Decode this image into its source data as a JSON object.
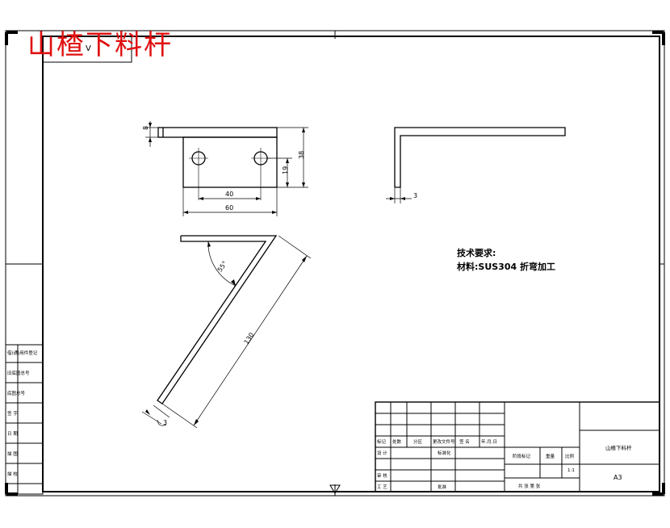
{
  "title_overlay": "山楂下料杆",
  "corner_code": "Ⅴ",
  "tech_notes": {
    "heading": "技术要求:",
    "material_line": "材料:SUS304 折弯加工"
  },
  "dimensions": {
    "top_height": "8",
    "hole_spacing": "40",
    "width": "60",
    "hole_height": "19",
    "total_height": "38",
    "side_thickness": "3",
    "angle": "55°",
    "length": "130",
    "iso_thickness": "3"
  },
  "left_margin_labels": [
    "借(通)用件登记",
    "旧底图总号",
    "底图总号",
    "签 字",
    "日 期",
    "描 图",
    "描 校"
  ],
  "title_block": {
    "row_headers": [
      "标记",
      "处数",
      "分区",
      "更改文件号",
      "签 名",
      "年.月.日"
    ],
    "design_label": "设 计",
    "standardize_label": "标准化",
    "review_label": "审 核",
    "process_label": "工 艺",
    "approve_label": "批准",
    "stage_mark_label": "阶段标记",
    "weight_label": "重量",
    "scale_label": "比例",
    "scale_value": "1:1",
    "sheets_label": "共 张 第 张",
    "drawing_name": "山楂下料杆",
    "paper_size": "A3"
  }
}
